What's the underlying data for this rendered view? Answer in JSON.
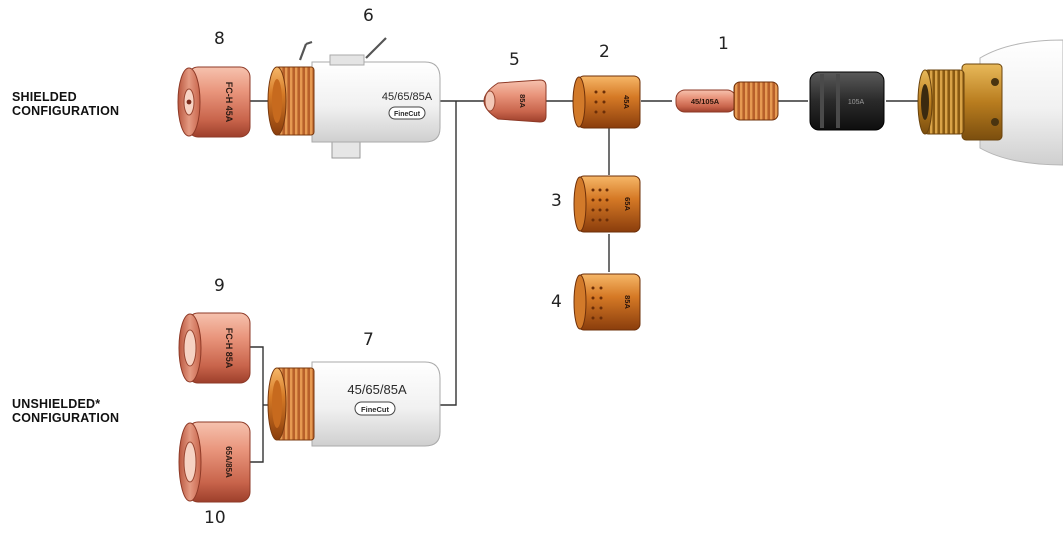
{
  "configurations": {
    "shielded": [
      "SHIELDED",
      "CONFIGURATION"
    ],
    "unshielded": [
      "UNSHIELDED*",
      "CONFIGURATION"
    ]
  },
  "callouts": [
    "1",
    "2",
    "3",
    "4",
    "5",
    "6",
    "7",
    "8",
    "9",
    "10"
  ],
  "part_markings": {
    "p1": "45/105A",
    "p2": "45A",
    "p3": "65A",
    "p4": "85A",
    "p5": "85A",
    "p6_amps": "45/65/85A",
    "p6_badge": "FineCut",
    "p7_amps": "45/65/85A",
    "p7_badge": "FineCut",
    "p8": "FC-H 45A",
    "p9": "FC-H 85A",
    "p10": "65A/85A",
    "p_black": "105A"
  },
  "colors": {
    "copper_light": "#f0a890",
    "copper_mid": "#d67a60",
    "copper_dark": "#a4442e",
    "bronze_light": "#f2a24a",
    "bronze_mid": "#cf7022",
    "bronze_dark": "#8a3d0c",
    "brass": "#c9922a",
    "insulator": "#ededed",
    "black_part": "#2a2a2a",
    "line": "#333333"
  }
}
